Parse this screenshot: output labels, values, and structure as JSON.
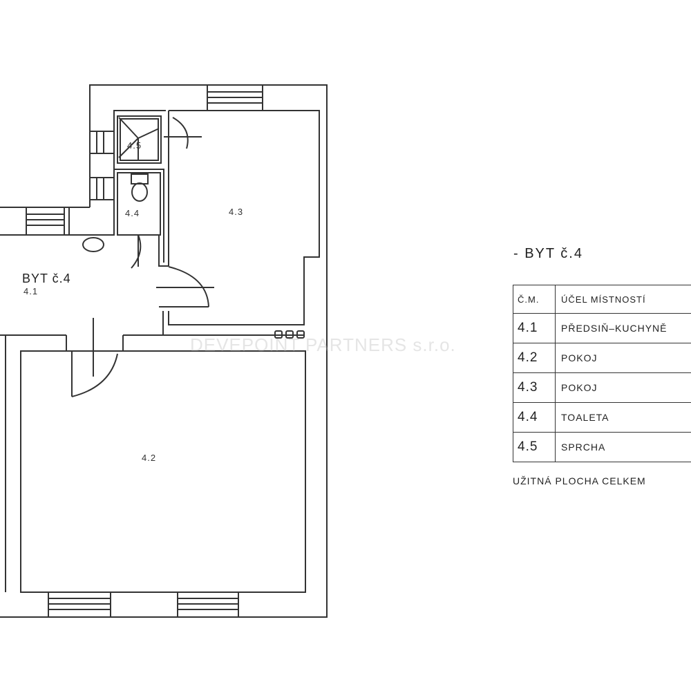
{
  "plan": {
    "apartment_title": "BYT č.4",
    "watermark": "DEVEPOINT PARTNERS s.r.o.",
    "rooms": [
      {
        "id": "4.1"
      },
      {
        "id": "4.2"
      },
      {
        "id": "4.3"
      },
      {
        "id": "4.4"
      },
      {
        "id": "4.5"
      }
    ]
  },
  "legend": {
    "title": "- BYT č.4",
    "header": {
      "number": "Č.M.",
      "purpose": "ÚČEL MÍSTNOSTÍ"
    },
    "rows": [
      {
        "number": "4.1",
        "purpose": "PŘEDSIŇ–KUCHYNĚ"
      },
      {
        "number": "4.2",
        "purpose": "POKOJ"
      },
      {
        "number": "4.3",
        "purpose": "POKOJ"
      },
      {
        "number": "4.4",
        "purpose": "TOALETA"
      },
      {
        "number": "4.5",
        "purpose": "SPRCHA"
      }
    ],
    "footer": "UŽITNÁ PLOCHA CELKEM"
  }
}
